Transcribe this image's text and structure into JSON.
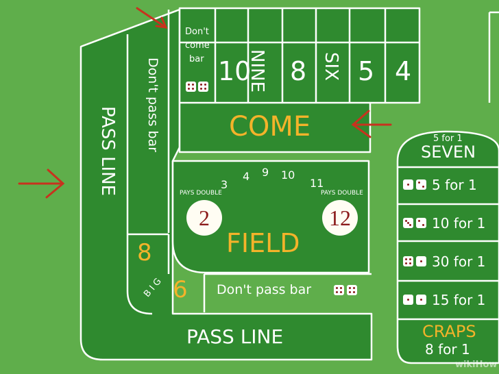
{
  "table": {
    "dont_come_bar": [
      "Don't",
      "come",
      "bar"
    ],
    "point_numbers": [
      "10",
      "NINE",
      "8",
      "SIX",
      "5",
      "4"
    ],
    "come": "COME",
    "field": {
      "numbers": [
        "3",
        "4",
        "9",
        "10",
        "11"
      ],
      "label": "FIELD",
      "two": "2",
      "twelve": "12",
      "pays_double": "PAYS DOUBLE"
    },
    "dont_pass_bar_vertical": "Don't pass bar",
    "pass_line_vertical": "PASS LINE",
    "big_eight": "8",
    "big_six": "6",
    "big_label": "B I G",
    "dont_pass_bar_bottom": "Don't pass bar",
    "pass_line_bottom": "PASS LINE"
  },
  "proposition": {
    "seven_caption": "5 for 1",
    "seven": "SEVEN",
    "rows": [
      "5 for 1",
      "10 for 1",
      "30 for 1",
      "15 for 1"
    ],
    "craps": "CRAPS",
    "craps_odds": "8 for 1"
  },
  "watermark": "wikiHow",
  "colors": {
    "felt": "#5fae4b",
    "table": "#2f8a2f",
    "accent_yellow": "#f4b32a",
    "arrow_red": "#c8321e",
    "die_pip": "#8b1a1a"
  }
}
